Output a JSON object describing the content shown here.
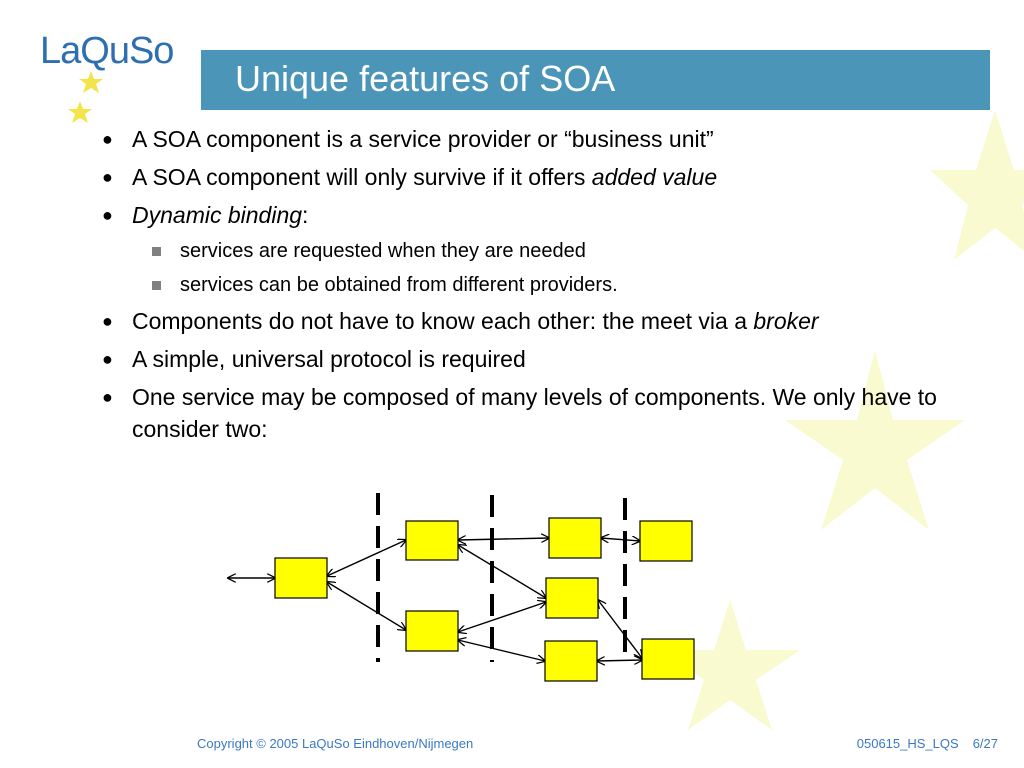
{
  "logo": {
    "text": "LaQuSo"
  },
  "slide": {
    "title": "Unique features of SOA"
  },
  "bullets": [
    {
      "parts": [
        {
          "text": "A SOA component is a service provider or “business unit”",
          "italic": false
        }
      ]
    },
    {
      "parts": [
        {
          "text": "A SOA component will only survive if it offers ",
          "italic": false
        },
        {
          "text": "added value",
          "italic": true
        }
      ]
    },
    {
      "parts": [
        {
          "text": "Dynamic binding",
          "italic": true
        },
        {
          "text": ":",
          "italic": false
        }
      ],
      "sub": [
        "services are requested when they are needed",
        "services can be obtained from different providers."
      ]
    },
    {
      "parts": [
        {
          "text": "Components do not have to know each other: the meet via a ",
          "italic": false
        },
        {
          "text": "broker",
          "italic": true
        }
      ]
    },
    {
      "parts": [
        {
          "text": "A simple, universal protocol is required",
          "italic": false
        }
      ]
    },
    {
      "parts": [
        {
          "text": "One service may be composed of many levels of components. We only have to consider two:",
          "italic": false
        }
      ]
    }
  ],
  "footer": {
    "copyright": "Copyright © 2005 LaQuSo Eindhoven/Nijmegen",
    "doc_id": "050615_HS_LQS",
    "page": "6/27"
  },
  "colors": {
    "title_bar": "#4a95b8",
    "box_fill": "#ffff00",
    "star_pale": "#fafad0",
    "logo_blue": "#2d6fb1",
    "logo_star": "#f2e44a",
    "footer_text": "#3b78c4"
  }
}
